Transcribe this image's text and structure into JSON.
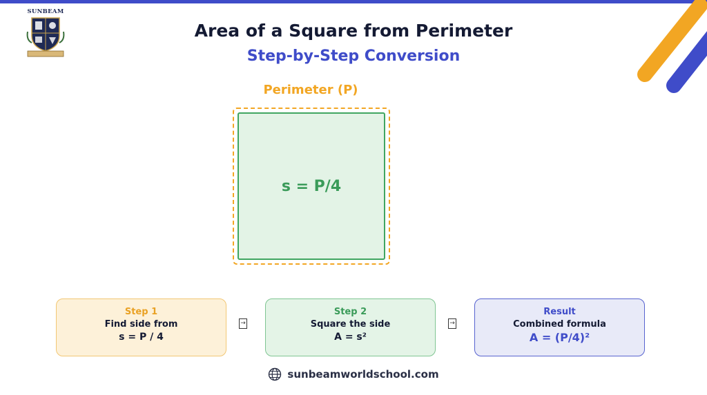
{
  "logo": {
    "word": "SUNBEAM"
  },
  "title": "Area of a Square from Perimeter",
  "subtitle": "Step-by-Step Conversion",
  "diagram": {
    "perimeter_label": "Perimeter (P)",
    "square_formula": "s = P/4"
  },
  "steps": [
    {
      "title": "Step 1",
      "desc": "Find side from",
      "formula": "s = P / 4"
    },
    {
      "title": "Step 2",
      "desc": "Square the side",
      "formula": "A = s²"
    },
    {
      "title": "Result",
      "desc": "Combined formula",
      "formula": "A = (P/4)²"
    }
  ],
  "footer": {
    "website": "sunbeamworldschool.com"
  },
  "colors": {
    "brand_blue": "#3f4cc9",
    "accent_orange": "#f2a623",
    "green": "#3fa560"
  }
}
